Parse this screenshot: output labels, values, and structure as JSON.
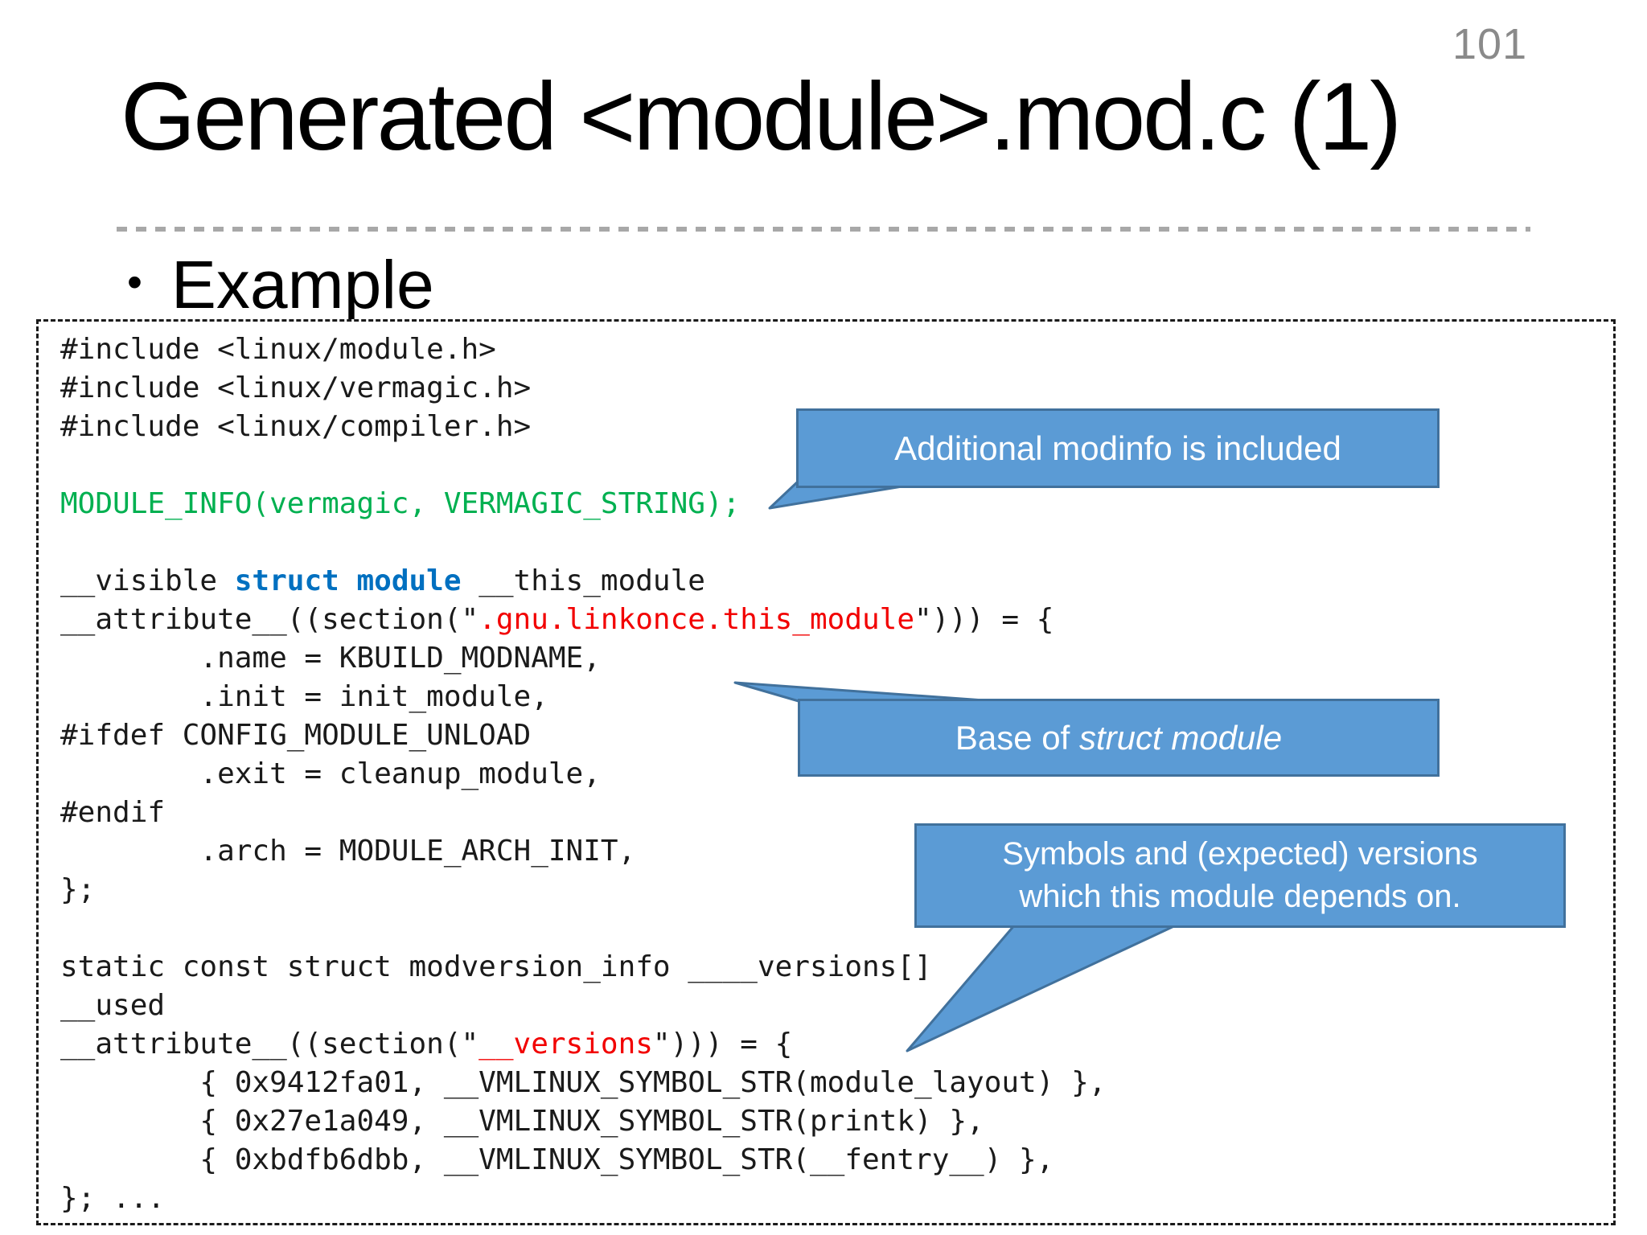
{
  "page_number": "101",
  "title": "Generated <module>.mod.c (1)",
  "bullet": {
    "marker": "•",
    "label": "Example"
  },
  "colors": {
    "callout_fill": "#5B9BD5",
    "callout_border": "#41719C",
    "code_green": "#00B050",
    "code_keyword_blue": "#0070C0",
    "code_section_red": "#F20000",
    "page_number_gray": "#8A8A8A"
  },
  "code_block": {
    "lines": [
      {
        "segments": [
          [
            "default",
            "#include <linux/module.h>"
          ]
        ]
      },
      {
        "segments": [
          [
            "default",
            "#include <linux/vermagic.h>"
          ]
        ]
      },
      {
        "segments": [
          [
            "default",
            "#include <linux/compiler.h>"
          ]
        ]
      },
      {
        "segments": []
      },
      {
        "segments": [
          [
            "green",
            "MODULE_INFO(vermagic, VERMAGIC_STRING);"
          ]
        ]
      },
      {
        "segments": []
      },
      {
        "segments": [
          [
            "default",
            "__visible "
          ],
          [
            "blue-bold",
            "struct module"
          ],
          [
            "default",
            " __this_module"
          ]
        ]
      },
      {
        "segments": [
          [
            "default",
            "__attribute__((section(\""
          ],
          [
            "red",
            ".gnu.linkonce.this_module"
          ],
          [
            "default",
            "\"))) = {"
          ]
        ]
      },
      {
        "segments": [
          [
            "default",
            "        .name = KBUILD_MODNAME,"
          ]
        ]
      },
      {
        "segments": [
          [
            "default",
            "        .init = init_module,"
          ]
        ]
      },
      {
        "segments": [
          [
            "default",
            "#ifdef CONFIG_MODULE_UNLOAD"
          ]
        ]
      },
      {
        "segments": [
          [
            "default",
            "        .exit = cleanup_module,"
          ]
        ]
      },
      {
        "segments": [
          [
            "default",
            "#endif"
          ]
        ]
      },
      {
        "segments": [
          [
            "default",
            "        .arch = MODULE_ARCH_INIT,"
          ]
        ]
      },
      {
        "segments": [
          [
            "default",
            "};"
          ]
        ]
      },
      {
        "segments": []
      },
      {
        "segments": [
          [
            "default",
            "static const struct modversion_info ____versions[]"
          ]
        ]
      },
      {
        "segments": [
          [
            "default",
            "__used"
          ]
        ]
      },
      {
        "segments": [
          [
            "default",
            "__attribute__((section(\""
          ],
          [
            "red",
            "__versions"
          ],
          [
            "default",
            "\"))) = {"
          ]
        ]
      },
      {
        "segments": [
          [
            "default",
            "        { 0x9412fa01, __VMLINUX_SYMBOL_STR(module_layout) },"
          ]
        ]
      },
      {
        "segments": [
          [
            "default",
            "        { 0x27e1a049, __VMLINUX_SYMBOL_STR(printk) },"
          ]
        ]
      },
      {
        "segments": [
          [
            "default",
            "        { 0xbdfb6dbb, __VMLINUX_SYMBOL_STR(__fentry__) },"
          ]
        ]
      },
      {
        "segments": [
          [
            "default",
            "}; ..."
          ]
        ]
      }
    ]
  },
  "callouts": [
    {
      "name": "callout-modinfo",
      "lines": [
        [
          [
            "default",
            "Additional modinfo is included"
          ]
        ]
      ]
    },
    {
      "name": "callout-base",
      "lines": [
        [
          [
            "default",
            "Base of "
          ],
          [
            "italic",
            "struct module"
          ]
        ]
      ]
    },
    {
      "name": "callout-symbols",
      "lines": [
        [
          [
            "default",
            "Symbols and (expected) versions"
          ]
        ],
        [
          [
            "default",
            "which this module depends on."
          ]
        ]
      ]
    }
  ]
}
